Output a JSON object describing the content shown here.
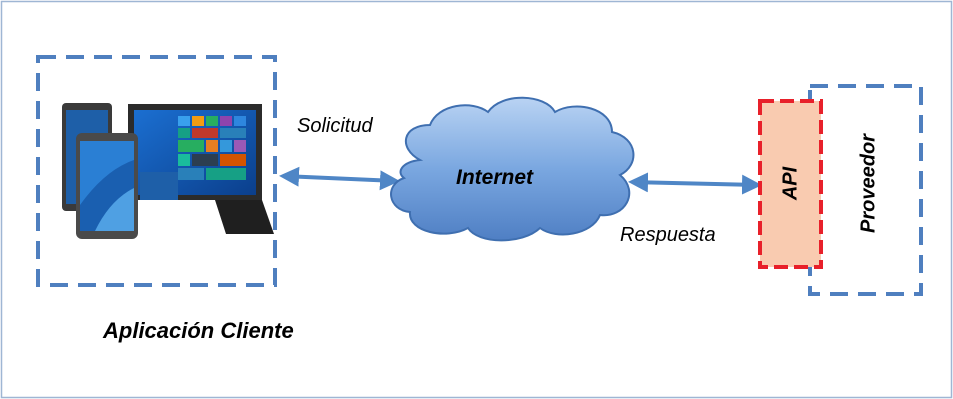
{
  "diagram": {
    "client_label": "Aplicación Cliente",
    "request_label": "Solicitud",
    "response_label": "Respuesta",
    "internet_label": "Internet",
    "api_label": "API",
    "provider_label": "Proveedor"
  },
  "colors": {
    "frame_border": "#9fb6d4",
    "dashed_box": "#4f7fbf",
    "arrow": "#4f86c6",
    "cloud_fill": "#7aa7e0",
    "cloud_stroke": "#3f6fb0",
    "api_fill": "#f9cbb0",
    "api_border": "#e8202a"
  },
  "icons": {
    "devices": "tablets-and-laptop-image"
  }
}
